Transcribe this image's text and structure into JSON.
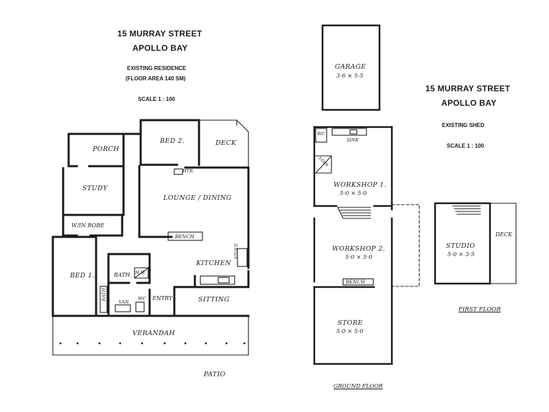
{
  "residence": {
    "title_line1": "15 MURRAY STREET",
    "title_line2": "APOLLO BAY",
    "subtitle": "EXISTING RESIDENCE",
    "floor_area": "(FLOOR AREA 140 SM)",
    "scale": "SCALE 1 : 100",
    "rooms": {
      "porch": "PORCH",
      "bed2": "BED 2.",
      "deck": "DECK",
      "study": "STUDY",
      "lounge": "LOUNGE / DINING",
      "robe": "W/IN ROBE",
      "bench": "BENCH",
      "kitchen": "KITCHEN",
      "stove": "STOVE",
      "bed1": "BED 1.",
      "bath": "BATH.",
      "bath_small": "BATH",
      "htr": "H.W.",
      "htr2": "HTR.",
      "van": "VAN.",
      "wc": "WC",
      "entry": "ENTRY",
      "sitting": "SITTING",
      "verandah": "VERANDAH",
      "patio": "PATIO"
    }
  },
  "shed": {
    "title_line1": "15 MURRAY STREET",
    "title_line2": "APOLLO BAY",
    "subtitle": "EXISTING SHED",
    "scale": "SCALE 1 : 100",
    "garage": "GARAGE",
    "garage_dim": "3·6 × 5·5",
    "wc": "WC",
    "sink": "SINK",
    "stair": "STAIR",
    "workshop1": "WORKSHOP 1.",
    "workshop1_dim": "5·0 × 5·0",
    "workshop2": "WORKSHOP 2.",
    "workshop2_dim": "5·0 × 5·0",
    "bench": "BENCH",
    "store": "STORE",
    "store_dim": "5·0 × 5·0",
    "ground_floor": "GROUND FLOOR",
    "studio": "STUDIO",
    "studio_dim": "5·0 × 3·5",
    "deck": "DECK",
    "first_floor": "FIRST FLOOR"
  }
}
